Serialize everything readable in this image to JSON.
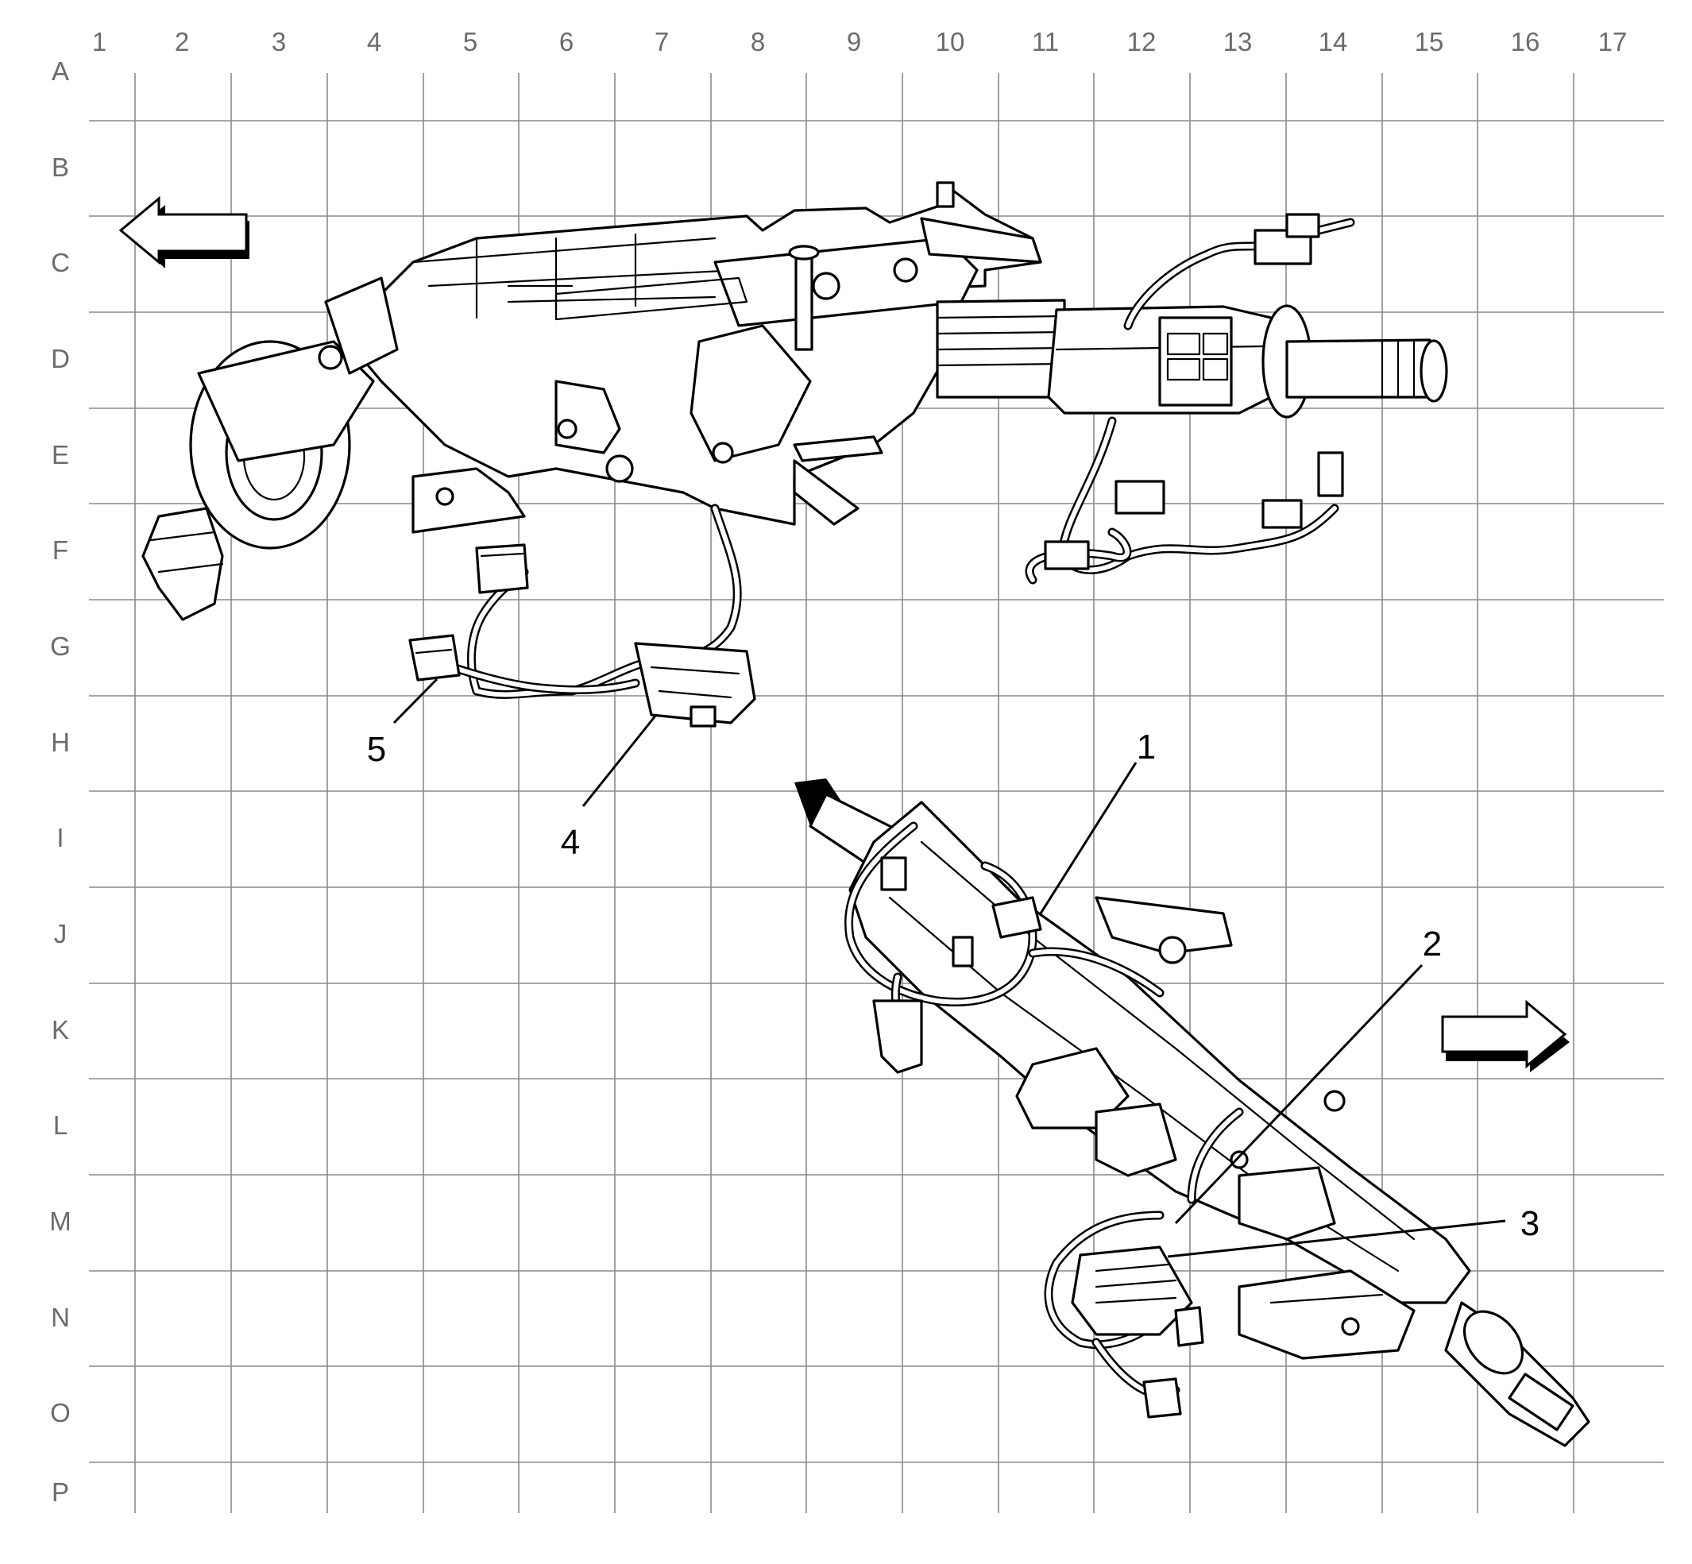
{
  "grid": {
    "columns": [
      "1",
      "2",
      "3",
      "4",
      "5",
      "6",
      "7",
      "8",
      "9",
      "10",
      "11",
      "12",
      "13",
      "14",
      "15",
      "16",
      "17"
    ],
    "rows": [
      "A",
      "B",
      "C",
      "D",
      "E",
      "F",
      "G",
      "H",
      "I",
      "J",
      "K",
      "L",
      "M",
      "N",
      "O",
      "P"
    ]
  },
  "callouts": [
    "1",
    "2",
    "3",
    "4",
    "5"
  ],
  "icons": {
    "left_arrow": "direction-arrow-left-icon",
    "right_arrow": "direction-arrow-right-icon"
  }
}
